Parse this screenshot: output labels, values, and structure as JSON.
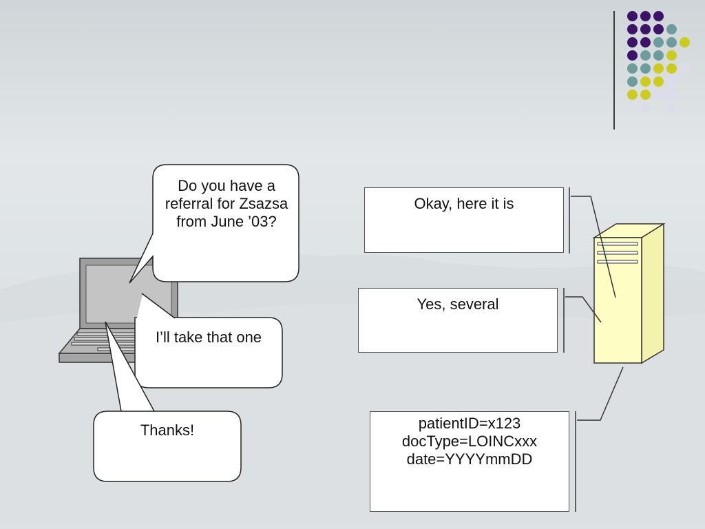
{
  "bubbles": {
    "referral_question": "Do you have a referral for Zsazsa from June ’03?",
    "take_that_one": "I’ll take that one",
    "thanks": "Thanks!"
  },
  "responses": {
    "okay_here": "Okay, here it is",
    "yes_several": "Yes, several",
    "query": "patientID=x123\ndocType=LOINCxxx\ndate=YYYYmmDD"
  },
  "colors": {
    "purple": "#3b1367",
    "teal": "#6e9b9c",
    "olive": "#cccb1f",
    "lavender": "#dcdceb",
    "server": "#fdfdc4"
  },
  "icons": {
    "computer": "laptop-icon",
    "server": "server-tower-icon"
  }
}
